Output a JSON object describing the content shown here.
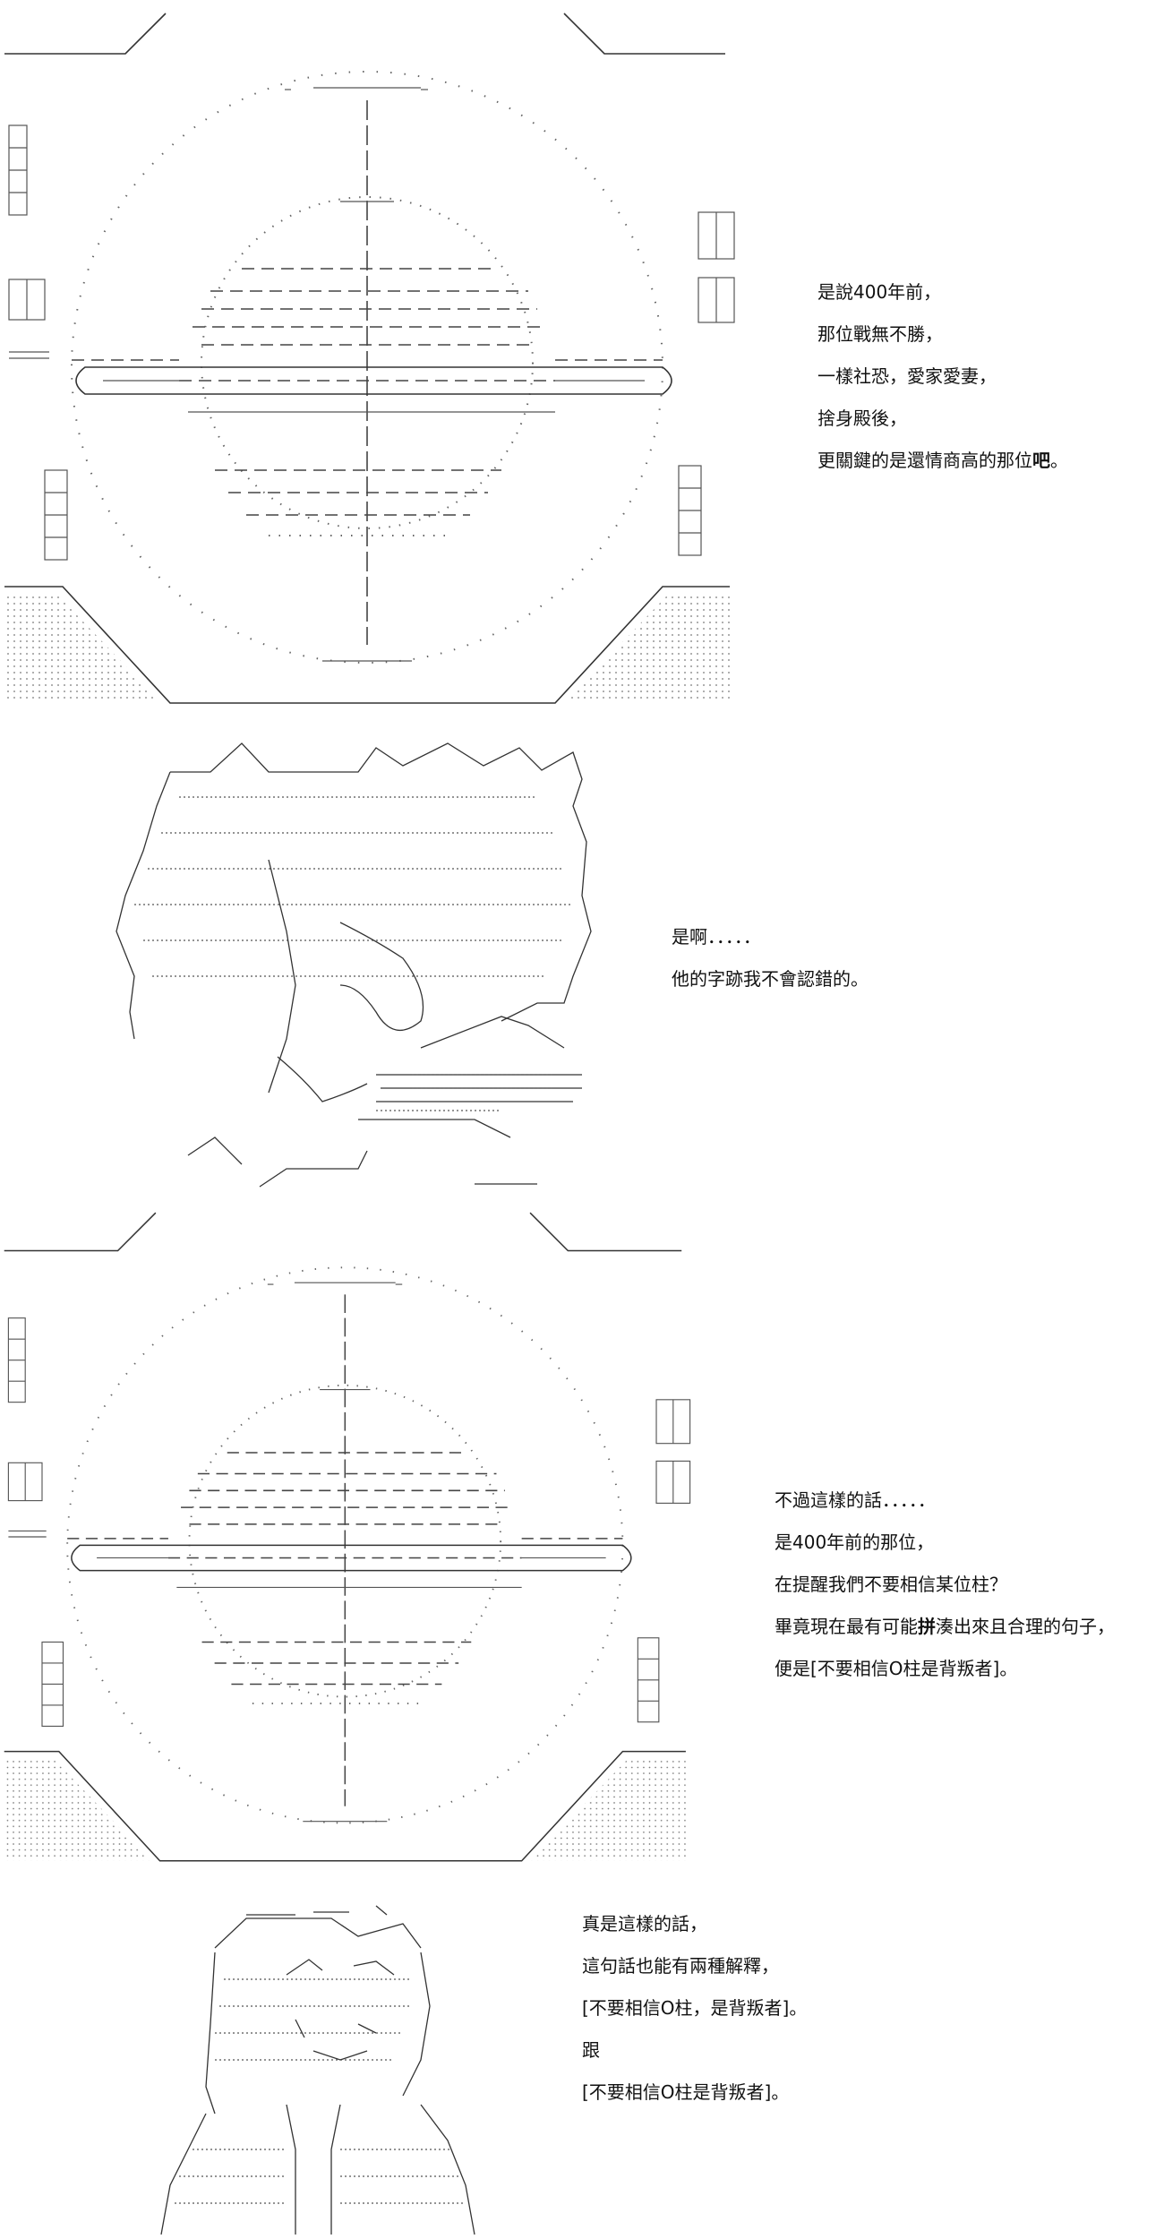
{
  "captions": {
    "p1": {
      "l1": "是說400年前，",
      "l2": "那位戰無不勝，",
      "l3": "一樣社恐，愛家愛妻，",
      "l4": "捨身殿後，",
      "l5_prefix": "更關鍵的是還情商高的那位",
      "l5_bold": "吧",
      "l5_suffix": "。"
    },
    "p2": {
      "l1": "是啊．．．．．",
      "l2": "他的字跡我不會認錯的。"
    },
    "p3": {
      "l1": "不過這樣的話．．．．．",
      "l2": "是400年前的那位，",
      "l3": "在提醒我們不要相信某位柱？",
      "l4_prefix": "畢竟現在最有可能",
      "l4_bold": "拼",
      "l4_suffix": "湊出來且合理的句子，",
      "l5": "便是[不要相信O柱是背叛者]。"
    },
    "p4": {
      "l1": "真是這樣的話，",
      "l2": "這句話也能有兩種解釋，",
      "l3": "[不要相信O柱，是背叛者]。",
      "l4": "跟",
      "l5": "[不要相信O柱是背叛者]。"
    }
  }
}
